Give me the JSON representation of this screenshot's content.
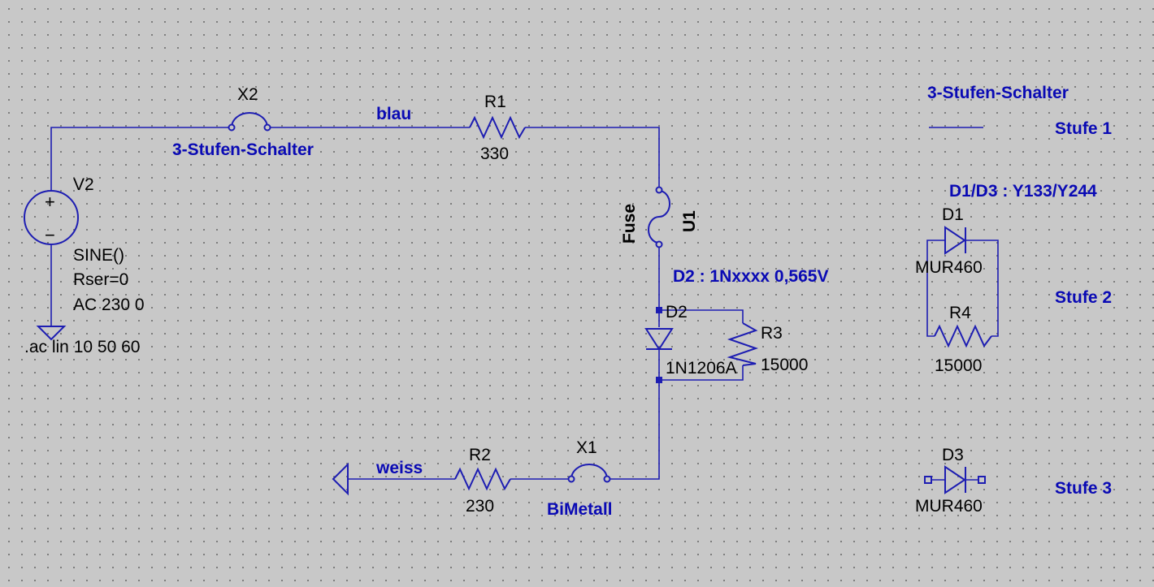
{
  "schematic": {
    "source": {
      "ref": "V2",
      "function": "SINE()",
      "rser": "Rser=0",
      "ac": "AC 230 0",
      "plus": "+",
      "minus": "−"
    },
    "directive": ".ac lin 10 50 60",
    "switch_top": {
      "ref": "X2",
      "value": "3-Stufen-Schalter"
    },
    "wire_labels": {
      "top": "blau",
      "bottom": "weiss"
    },
    "r1": {
      "ref": "R1",
      "value": "330"
    },
    "fuse": {
      "ref": "U1",
      "value": "Fuse"
    },
    "note_d2": "D2 :  1Nxxxx  0,565V",
    "d2": {
      "ref": "D2",
      "value": "1N1206A"
    },
    "r3": {
      "ref": "R3",
      "value": "15000"
    },
    "x1": {
      "ref": "X1",
      "value": "BiMetall"
    },
    "r2": {
      "ref": "R2",
      "value": "230"
    },
    "legend": {
      "title": "3-Stufen-Schalter",
      "note": "D1/D3 :  Y133/Y244",
      "stufe1": "Stufe 1",
      "stufe2": "Stufe 2",
      "stufe3": "Stufe 3",
      "d1": {
        "ref": "D1",
        "value": "MUR460"
      },
      "r4": {
        "ref": "R4",
        "value": "15000"
      },
      "d3": {
        "ref": "D3",
        "value": "MUR460"
      }
    },
    "colors": {
      "background": "#c8c8c8",
      "wire": "#1d1db2",
      "annotation": "#0a0ab4",
      "label": "#000000"
    }
  }
}
